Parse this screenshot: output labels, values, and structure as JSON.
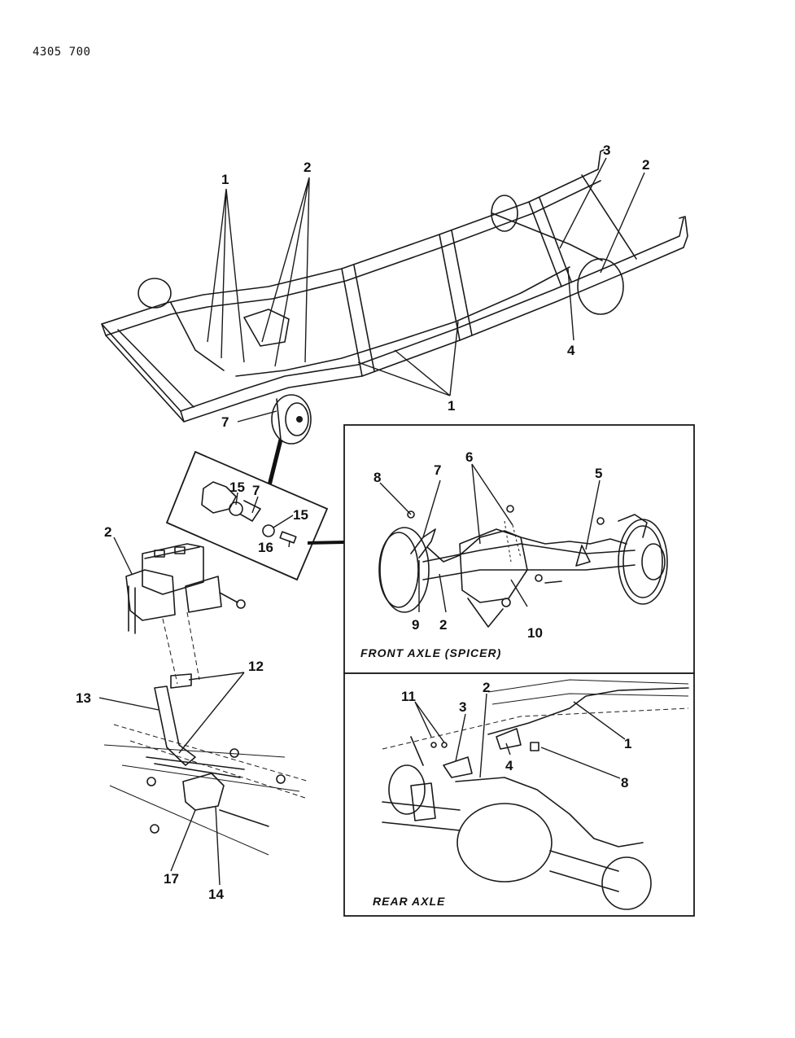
{
  "document": {
    "part_number": "4305 700"
  },
  "panels": {
    "front_axle": {
      "caption": "FRONT AXLE (SPICER)"
    },
    "rear_axle": {
      "caption": "REAR AXLE"
    }
  },
  "callouts": {
    "chassis": {
      "c1a": "1",
      "c2a": "2",
      "c3": "3",
      "c2b": "2",
      "c4": "4",
      "c1b": "1",
      "c7": "7"
    },
    "detail": {
      "c15a": "15",
      "c7": "7",
      "c15b": "15",
      "c16": "16"
    },
    "master": {
      "c2": "2",
      "c12": "12",
      "c13": "13",
      "c17": "17",
      "c14": "14"
    },
    "front": {
      "c8": "8",
      "c7": "7",
      "c6": "6",
      "c5": "5",
      "c9": "9",
      "c2": "2",
      "c10": "10"
    },
    "rear": {
      "c11": "11",
      "c3": "3",
      "c2": "2",
      "c1": "1",
      "c4": "4",
      "c8": "8"
    }
  }
}
